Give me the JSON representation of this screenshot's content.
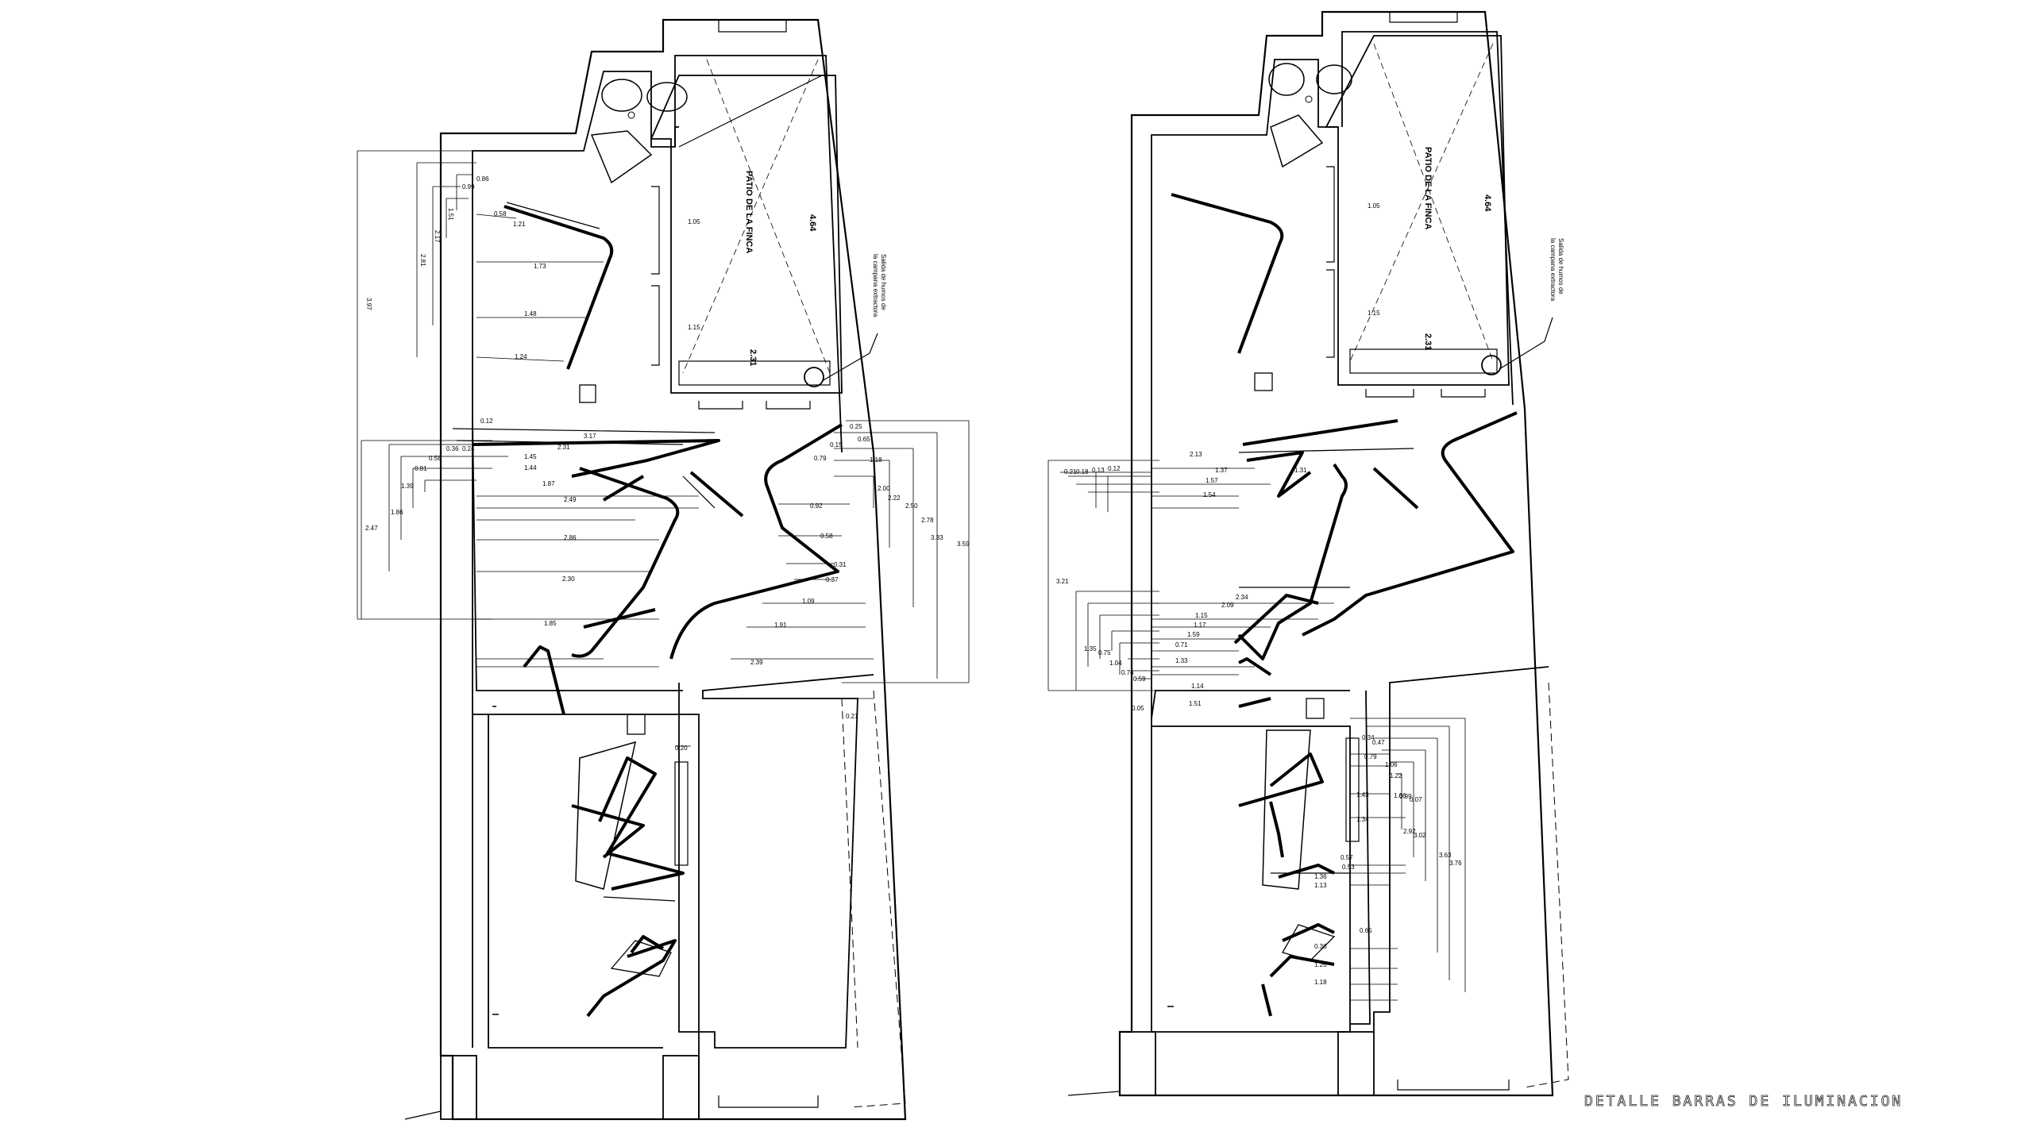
{
  "sheet": {
    "title": "DETALLE BARRAS DE ILUMINACION"
  },
  "plans": [
    {
      "patio_label": "PATIO DE LA FINCA",
      "patio_dim_long": "4.64",
      "patio_dim_short": "2.31",
      "smoke_note": [
        "Salida de humos de",
        "la campana extractora"
      ],
      "dims": [
        "3.97",
        "2.81",
        "2.17",
        "1.51",
        "0.99",
        "0.86",
        "0.58",
        "1.21",
        "1.73",
        "1.48",
        "1.24",
        "1.05",
        "1.15",
        "0.12",
        "3.17",
        "0.36",
        "0.24",
        "2.31",
        "0.58",
        "1.45",
        "0.81",
        "1.44",
        "1.39",
        "1.87",
        "2.49",
        "1.86",
        "2.47",
        "2.86",
        "2.30",
        "1.85",
        "2.39",
        "0.25",
        "0.65",
        "0.15",
        "0.79",
        "1.18",
        "2.00",
        "2.22",
        "2.50",
        "2.78",
        "3.33",
        "3.59",
        "0.92",
        "0.58",
        "0.31",
        "0.37",
        "1.09",
        "1.91",
        "0.21",
        "0.20"
      ]
    },
    {
      "patio_label": "PATIO DE LA FINCA",
      "patio_dim_long": "4.64",
      "patio_dim_short": "2.31",
      "smoke_note": [
        "Salida de humos de",
        "la campana extractora"
      ],
      "dims": [
        "1.05",
        "1.15",
        "0.21",
        "0.18",
        "0.13",
        "0.12",
        "2.13",
        "1.37",
        "1.57",
        "1.31",
        "1.54",
        "3.21",
        "2.34",
        "2.09",
        "1.15",
        "1.17",
        "1.59",
        "1.35",
        "0.71",
        "0.75",
        "1.33",
        "1.04",
        "0.76",
        "0.59",
        "1.14",
        "1.51",
        "0.05",
        "0.34",
        "0.47",
        "0.79",
        "1.06",
        "1.22",
        "1.43",
        "1.66",
        "0.99",
        "0.07",
        "1.34",
        "2.92",
        "3.02",
        "3.63",
        "3.76",
        "0.57",
        "0.53",
        "1.36",
        "1.13",
        "0.65",
        "0.36",
        "1.26",
        "1.18"
      ]
    }
  ]
}
